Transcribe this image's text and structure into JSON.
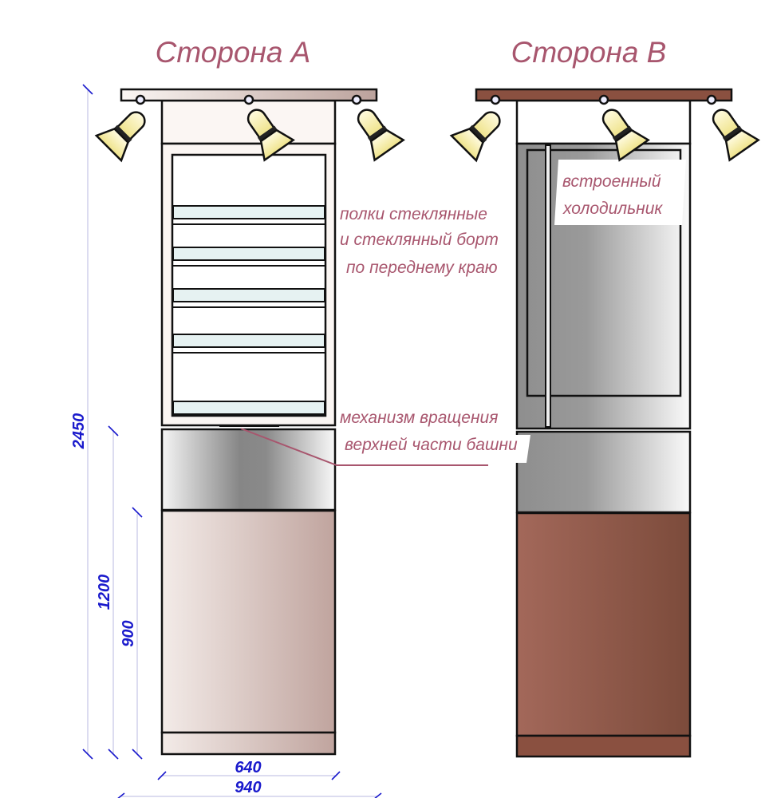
{
  "titles": {
    "side_a": "Сторона A",
    "side_b": "Сторона B"
  },
  "annotations": {
    "shelves": [
      "полки стеклянные",
      "и стеклянный борт",
      "по переднему краю"
    ],
    "mechanism": [
      "механизм вращения",
      "верхней части башни"
    ],
    "fridge": [
      "встроенный",
      "холодильник"
    ]
  },
  "dimensions": {
    "total_height": "2450",
    "lower_height": "1200",
    "base_height": "900",
    "inner_width": "640",
    "outer_width": "940"
  },
  "colors": {
    "annotation": "#a8566e",
    "dimension": "#1a1acc",
    "side_b_wood": "#8a5040",
    "lamp": "#f3eb9a"
  }
}
